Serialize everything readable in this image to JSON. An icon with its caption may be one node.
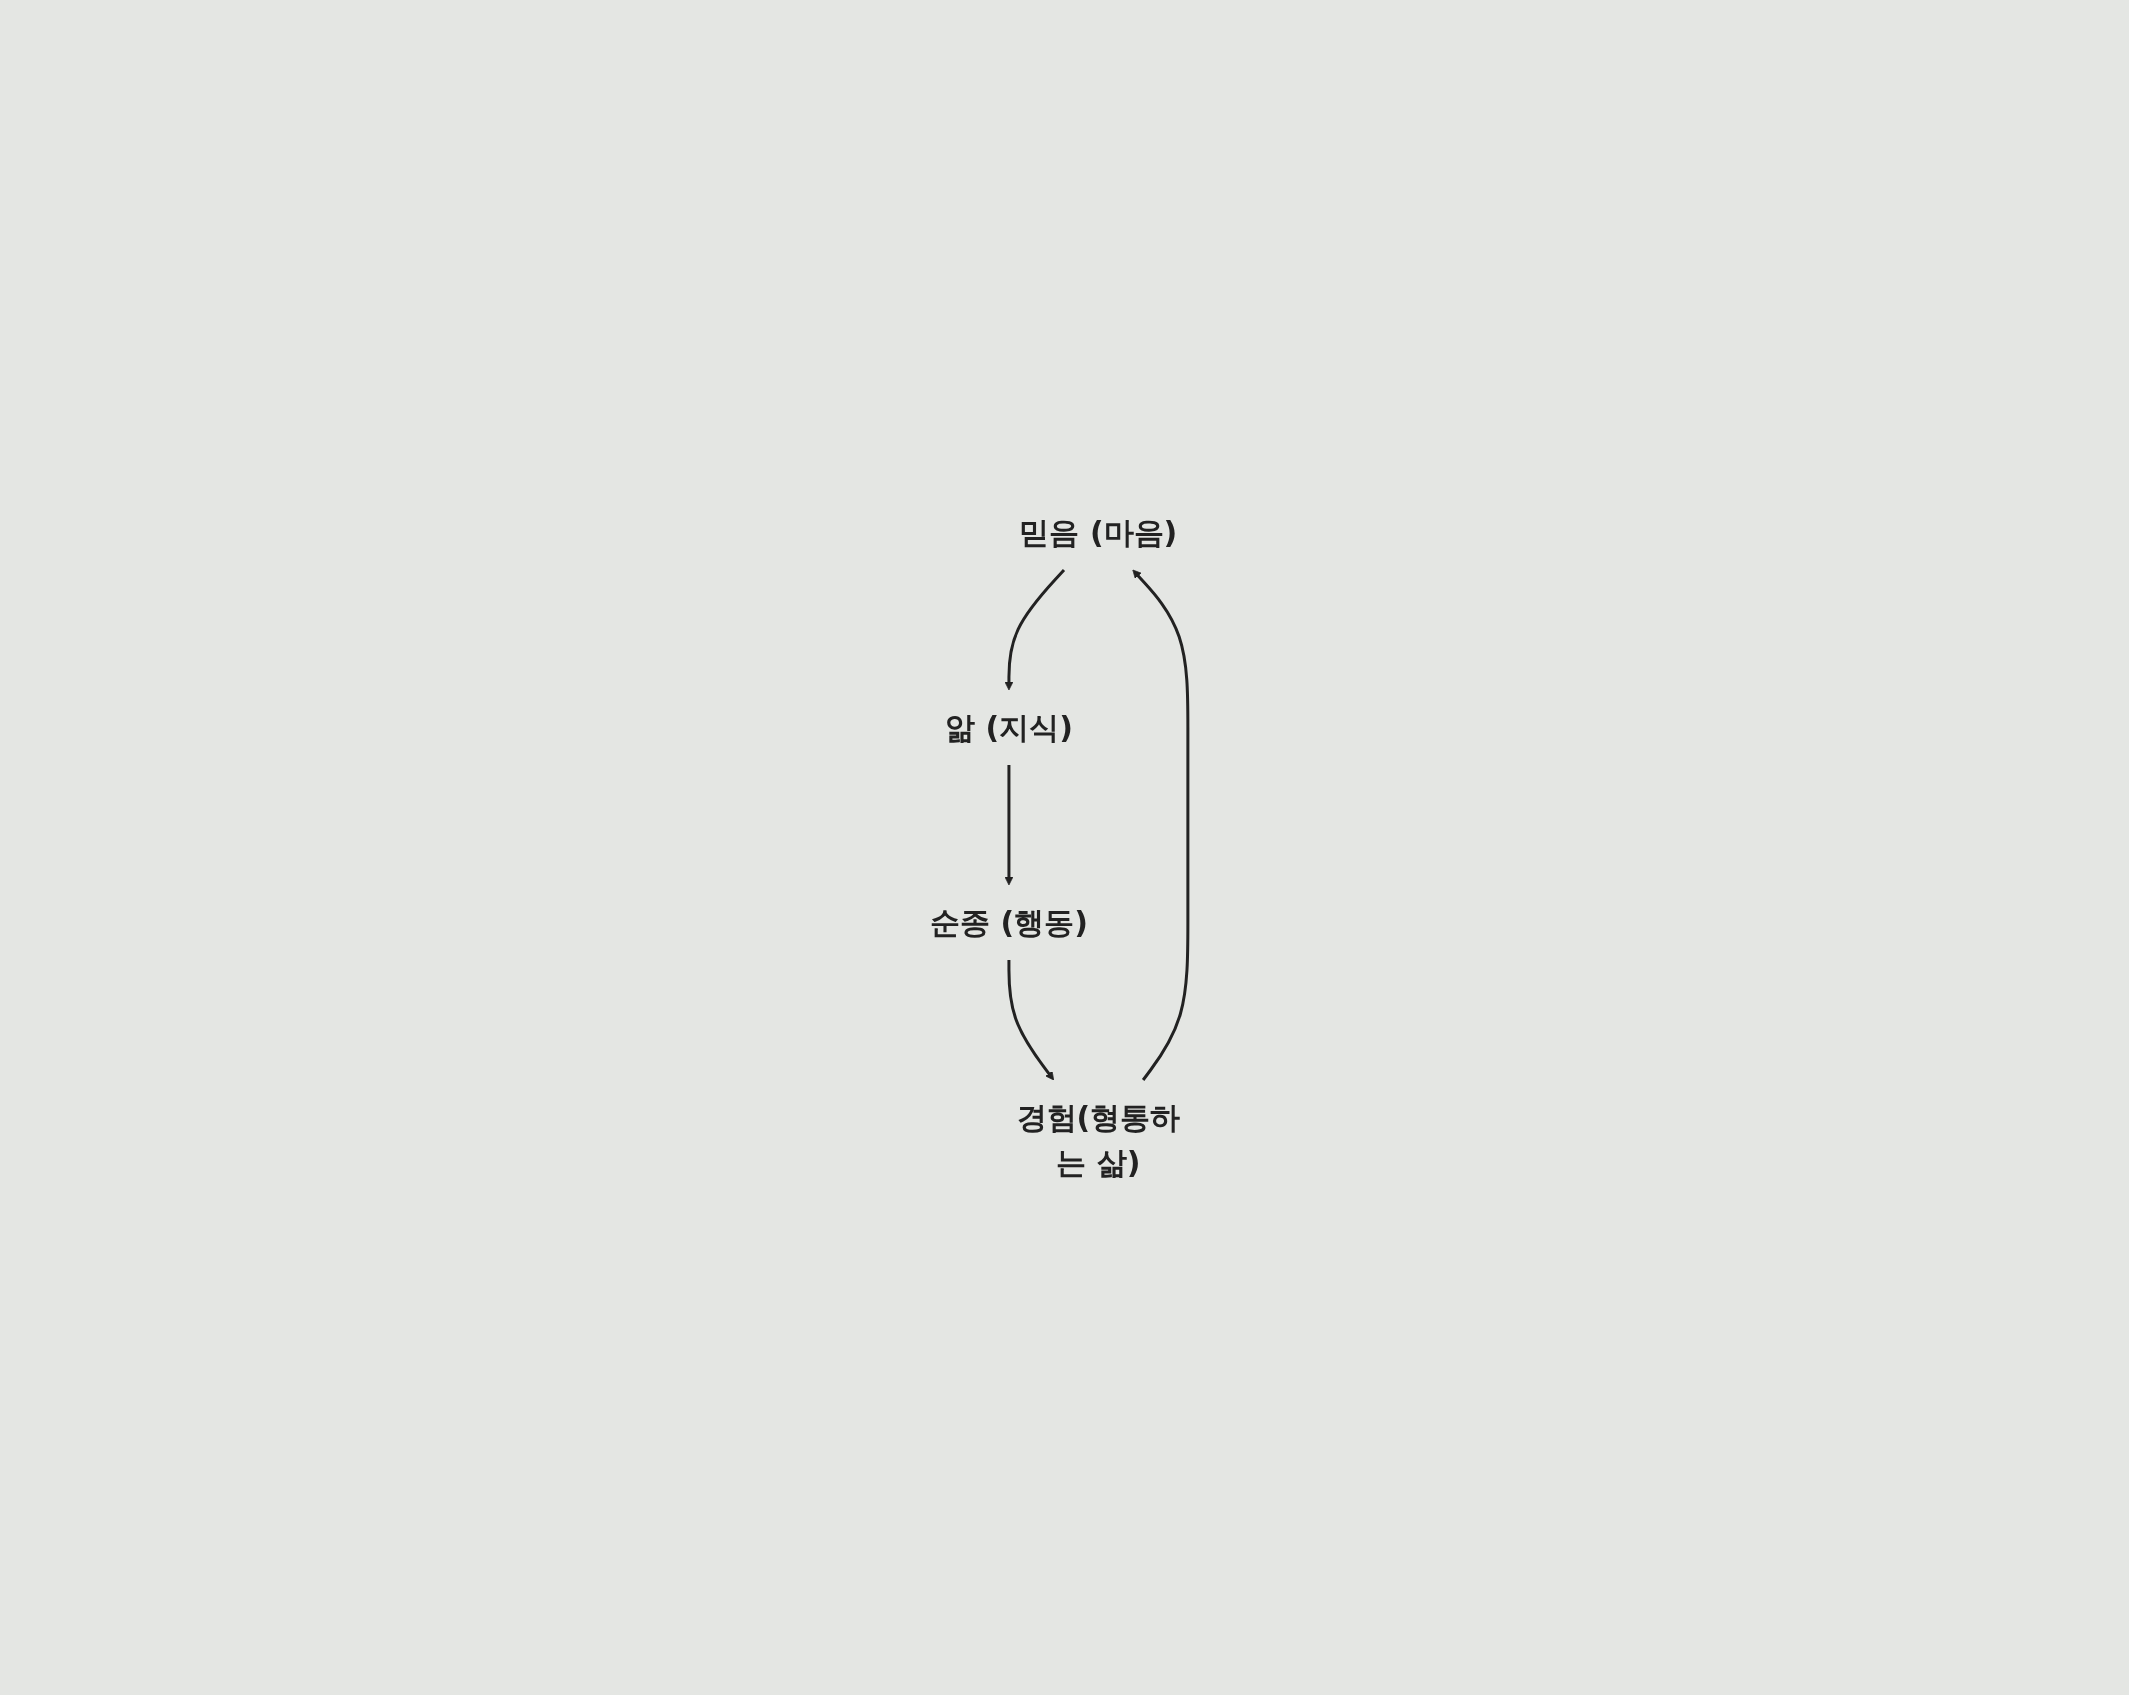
{
  "diagram": {
    "nodes": [
      {
        "text": [
          "믿음 (마음)"
        ]
      },
      {
        "text": [
          "앎 (지식)"
        ]
      },
      {
        "text": [
          "순종 (행동)"
        ]
      },
      {
        "text": [
          "경험(형통하는 삶)"
        ]
      }
    ],
    "edges": [
      {
        "from": 0,
        "to": 1,
        "arrow": "to"
      },
      {
        "from": 1,
        "to": 2,
        "arrow": "to"
      },
      {
        "from": 2,
        "to": 3,
        "arrow": "to"
      },
      {
        "from": 3,
        "to": 0,
        "arrow": "to"
      }
    ]
  }
}
